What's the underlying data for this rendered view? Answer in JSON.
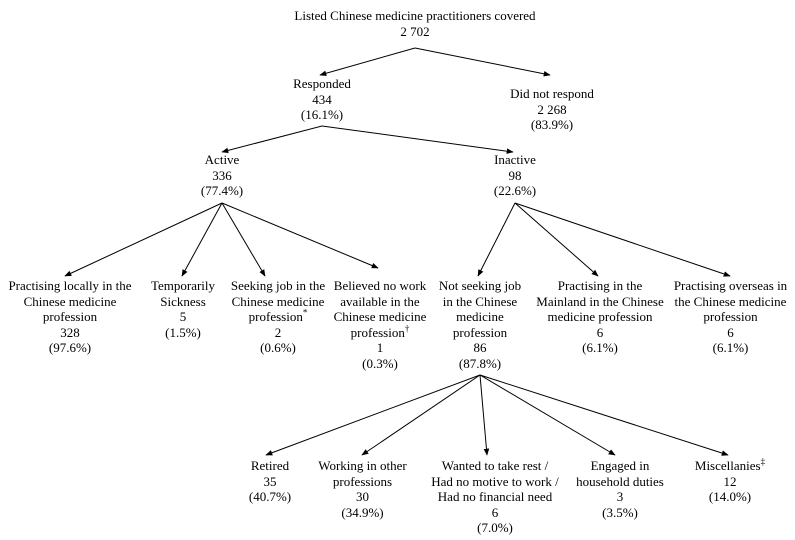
{
  "root": {
    "label": "Listed Chinese medicine practitioners covered",
    "count": "2 702"
  },
  "responded": {
    "label": "Responded",
    "count": "434",
    "pct": "(16.1%)"
  },
  "did_not_respond": {
    "label": "Did not respond",
    "count": "2 268",
    "pct": "(83.9%)"
  },
  "active": {
    "label": "Active",
    "count": "336",
    "pct": "(77.4%)"
  },
  "inactive": {
    "label": "Inactive",
    "count": "98",
    "pct": "(22.6%)"
  },
  "practising_locally": {
    "lines": [
      "Practising locally in the",
      "Chinese medicine",
      "profession"
    ],
    "count": "328",
    "pct": "(97.6%)"
  },
  "temporarily_sickness": {
    "lines": [
      "Temporarily",
      "Sickness"
    ],
    "count": "5",
    "pct": "(1.5%)"
  },
  "seeking_job": {
    "lines": [
      "Seeking job in the",
      "Chinese medicine",
      "profession"
    ],
    "mark": "*",
    "count": "2",
    "pct": "(0.6%)"
  },
  "believed_no_work": {
    "lines": [
      "Believed no work",
      "available in the",
      "Chinese medicine",
      "profession"
    ],
    "mark": "†",
    "count": "1",
    "pct": "(0.3%)"
  },
  "not_seeking": {
    "lines": [
      "Not seeking job",
      "in the Chinese",
      "medicine",
      "profession"
    ],
    "count": "86",
    "pct": "(87.8%)"
  },
  "practising_mainland": {
    "lines": [
      "Practising in the",
      "Mainland in the Chinese",
      "medicine profession"
    ],
    "count": "6",
    "pct": "(6.1%)"
  },
  "practising_overseas": {
    "lines": [
      "Practising overseas in",
      "the Chinese medicine",
      "profession"
    ],
    "count": "6",
    "pct": "(6.1%)"
  },
  "retired": {
    "lines": [
      "Retired"
    ],
    "count": "35",
    "pct": "(40.7%)"
  },
  "working_other": {
    "lines": [
      "Working in other",
      "professions"
    ],
    "count": "30",
    "pct": "(34.9%)"
  },
  "wanted_rest": {
    "lines": [
      "Wanted to take rest /",
      "Had no motive to work /",
      "Had no financial need"
    ],
    "count": "6",
    "pct": "(7.0%)"
  },
  "household": {
    "lines": [
      "Engaged in",
      "household duties"
    ],
    "count": "3",
    "pct": "(3.5%)"
  },
  "miscellanies": {
    "lines": [
      "Miscellanies"
    ],
    "mark": "‡",
    "count": "12",
    "pct": "(14.0%)"
  }
}
